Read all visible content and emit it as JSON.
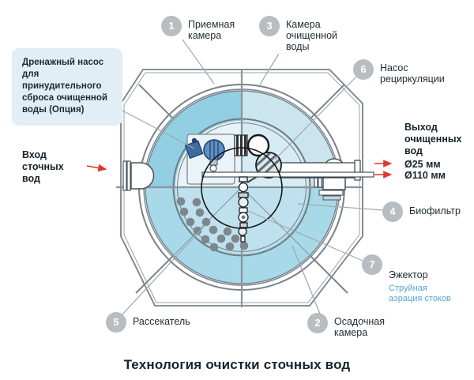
{
  "title": "Технология очистки сточных вод",
  "callout_box": {
    "text": "Дренажный насос\nдля принудительного\nсброса очищенной\nводы (Опция)"
  },
  "inlet": {
    "label": "Вход\nсточных\nвод"
  },
  "outlet": {
    "label": "Выход\nочищенных\nвод",
    "pipe_small": "Ø25 мм",
    "pipe_large": "Ø110 мм"
  },
  "callouts": [
    {
      "num": "1",
      "text": "Приемная\nкамера"
    },
    {
      "num": "2",
      "text": "Осадочная\nкамера"
    },
    {
      "num": "3",
      "text": "Камера\nочищенной\nводы"
    },
    {
      "num": "4",
      "text": "Биофильтр"
    },
    {
      "num": "5",
      "text": "Рассекатель"
    },
    {
      "num": "6",
      "text": "Насос\nрециркуляции"
    },
    {
      "num": "7",
      "text": "Эжектор",
      "subtext": "Струйная\nаэрация стоков"
    }
  ],
  "colors": {
    "accent_red": "#E0382C",
    "accent_blue": "#56A5D8",
    "callout_box_bg": "#E2EEF6",
    "number_badge": "#B8BDC1",
    "chamber_receiving": "#92CFE3",
    "chamber_sediment": "#A7D9E9",
    "chamber_clean": "#CBE5EF",
    "outline_gray": "#76828A"
  }
}
